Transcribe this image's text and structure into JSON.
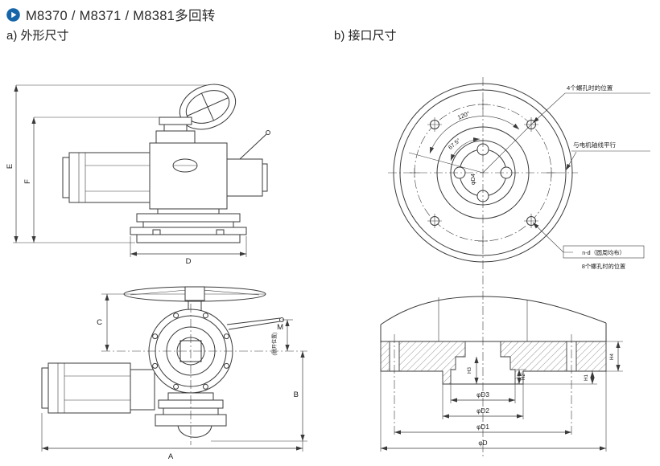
{
  "header": {
    "bullet_icon": "play-circle-icon",
    "title": "M8370 / M8371 / M8381多回转",
    "section_a": "a) 外形尺寸",
    "section_b": "b) 接口尺寸"
  },
  "colors": {
    "accent": "#1565a8",
    "line": "#3a3a3a"
  },
  "outline_view": {
    "dim_E": "E",
    "dim_F": "F",
    "dim_D": "D",
    "dim_C": "C",
    "dim_M": "M",
    "m_note": "(脱开位置)",
    "dim_B": "B",
    "dim_A": "A"
  },
  "interface_view": {
    "note_4holes": "4个螺孔时的位置",
    "note_parallel": "与电机轴线平行",
    "note_nd": "n-d（圆周均布）",
    "note_8holes": "8个螺孔时的位置",
    "angle_120": "120°",
    "angle_675": "67.5°",
    "dia_d4": "φD4",
    "dim_h1": "H1",
    "dim_h2": "H2",
    "dim_h3": "H3",
    "dim_h4": "H4",
    "dia_d3": "φD3",
    "dia_d2": "φD2",
    "dia_d1": "φD1",
    "dia_d": "φD"
  }
}
